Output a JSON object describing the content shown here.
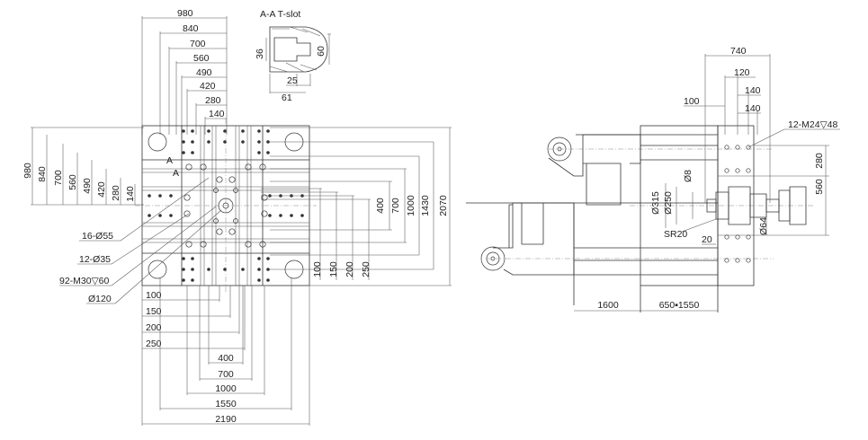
{
  "section_title": "A-A T-slot",
  "tslot_dims": [
    "36",
    "60",
    "25",
    "61"
  ],
  "top_dims": [
    "980",
    "840",
    "700",
    "560",
    "490",
    "420",
    "280",
    "140"
  ],
  "left_dims": [
    "980",
    "840",
    "700",
    "560",
    "490",
    "420",
    "280",
    "140"
  ],
  "right_dims_small": [
    "400",
    "700",
    "1000",
    "1430",
    "2070"
  ],
  "bottom_inner_dims": [
    "100",
    "150",
    "200",
    "250"
  ],
  "left_bottom_dims": [
    "100",
    "150",
    "200",
    "250"
  ],
  "bottom_dims": [
    "400",
    "700",
    "1000",
    "1550",
    "2190"
  ],
  "callouts": [
    "16-Ø55",
    "12-Ø35",
    "92-M30▽60",
    "Ø120"
  ],
  "section_marks": [
    "A",
    "A"
  ],
  "side_top_dims": [
    "740",
    "120",
    "140",
    "140",
    "100"
  ],
  "side_callout": "12-M24▽48",
  "side_right_dims": [
    "280",
    "560"
  ],
  "side_left_labels": [
    "Ø8",
    "Ø315",
    "Ø250",
    "SR20",
    "20",
    "Ø64"
  ],
  "side_bottom_dims": [
    "1600",
    "650▪1550"
  ]
}
